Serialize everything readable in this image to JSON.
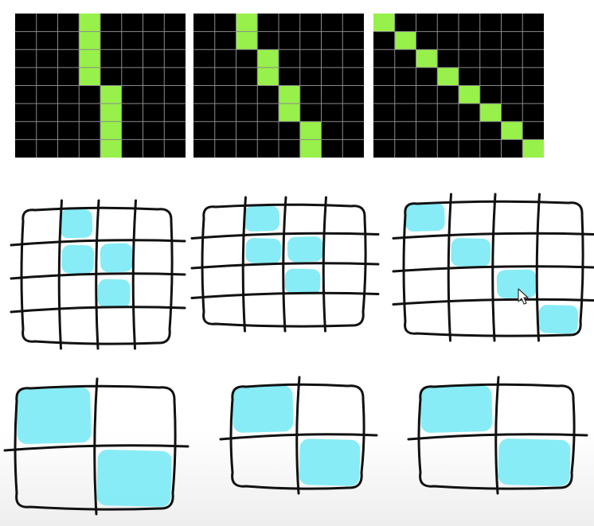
{
  "colors": {
    "background_top": "#ffffff",
    "background_bottom": "#eeeeee",
    "grid_fill": "#000000",
    "grid_line": "#8a8a8a",
    "cell_green": "#98f04a",
    "ink": "#111111",
    "highlight_cyan": "#7deaf5"
  },
  "pixel_grids": [
    {
      "rows": 8,
      "cols": 8,
      "lit_cells": [
        [
          0,
          3
        ],
        [
          1,
          3
        ],
        [
          2,
          3
        ],
        [
          3,
          3
        ],
        [
          4,
          4
        ],
        [
          5,
          4
        ],
        [
          6,
          4
        ],
        [
          7,
          4
        ]
      ]
    },
    {
      "rows": 8,
      "cols": 8,
      "lit_cells": [
        [
          0,
          2
        ],
        [
          1,
          2
        ],
        [
          2,
          3
        ],
        [
          3,
          3
        ],
        [
          4,
          4
        ],
        [
          5,
          4
        ],
        [
          6,
          5
        ],
        [
          7,
          5
        ]
      ]
    },
    {
      "rows": 8,
      "cols": 8,
      "lit_cells": [
        [
          0,
          0
        ],
        [
          1,
          1
        ],
        [
          2,
          2
        ],
        [
          3,
          3
        ],
        [
          4,
          4
        ],
        [
          5,
          5
        ],
        [
          6,
          6
        ],
        [
          7,
          7
        ]
      ]
    }
  ],
  "sketch_grids_4x4": [
    {
      "rows": 4,
      "cols": 4,
      "shaded_cells": [
        [
          0,
          1
        ],
        [
          1,
          1
        ],
        [
          1,
          2
        ],
        [
          2,
          2
        ]
      ]
    },
    {
      "rows": 4,
      "cols": 4,
      "shaded_cells": [
        [
          0,
          1
        ],
        [
          1,
          1
        ],
        [
          1,
          2
        ],
        [
          2,
          2
        ]
      ]
    },
    {
      "rows": 4,
      "cols": 4,
      "shaded_cells": [
        [
          0,
          0
        ],
        [
          1,
          1
        ],
        [
          2,
          2
        ],
        [
          3,
          3
        ]
      ]
    }
  ],
  "sketch_grids_2x2": [
    {
      "rows": 2,
      "cols": 2,
      "shaded_cells": [
        [
          0,
          0
        ],
        [
          1,
          1
        ]
      ]
    },
    {
      "rows": 2,
      "cols": 2,
      "shaded_cells": [
        [
          0,
          0
        ],
        [
          1,
          1
        ]
      ]
    },
    {
      "rows": 2,
      "cols": 2,
      "shaded_cells": [
        [
          0,
          0
        ],
        [
          1,
          1
        ]
      ]
    }
  ],
  "mouse_cursor": "arrow-cursor-icon"
}
